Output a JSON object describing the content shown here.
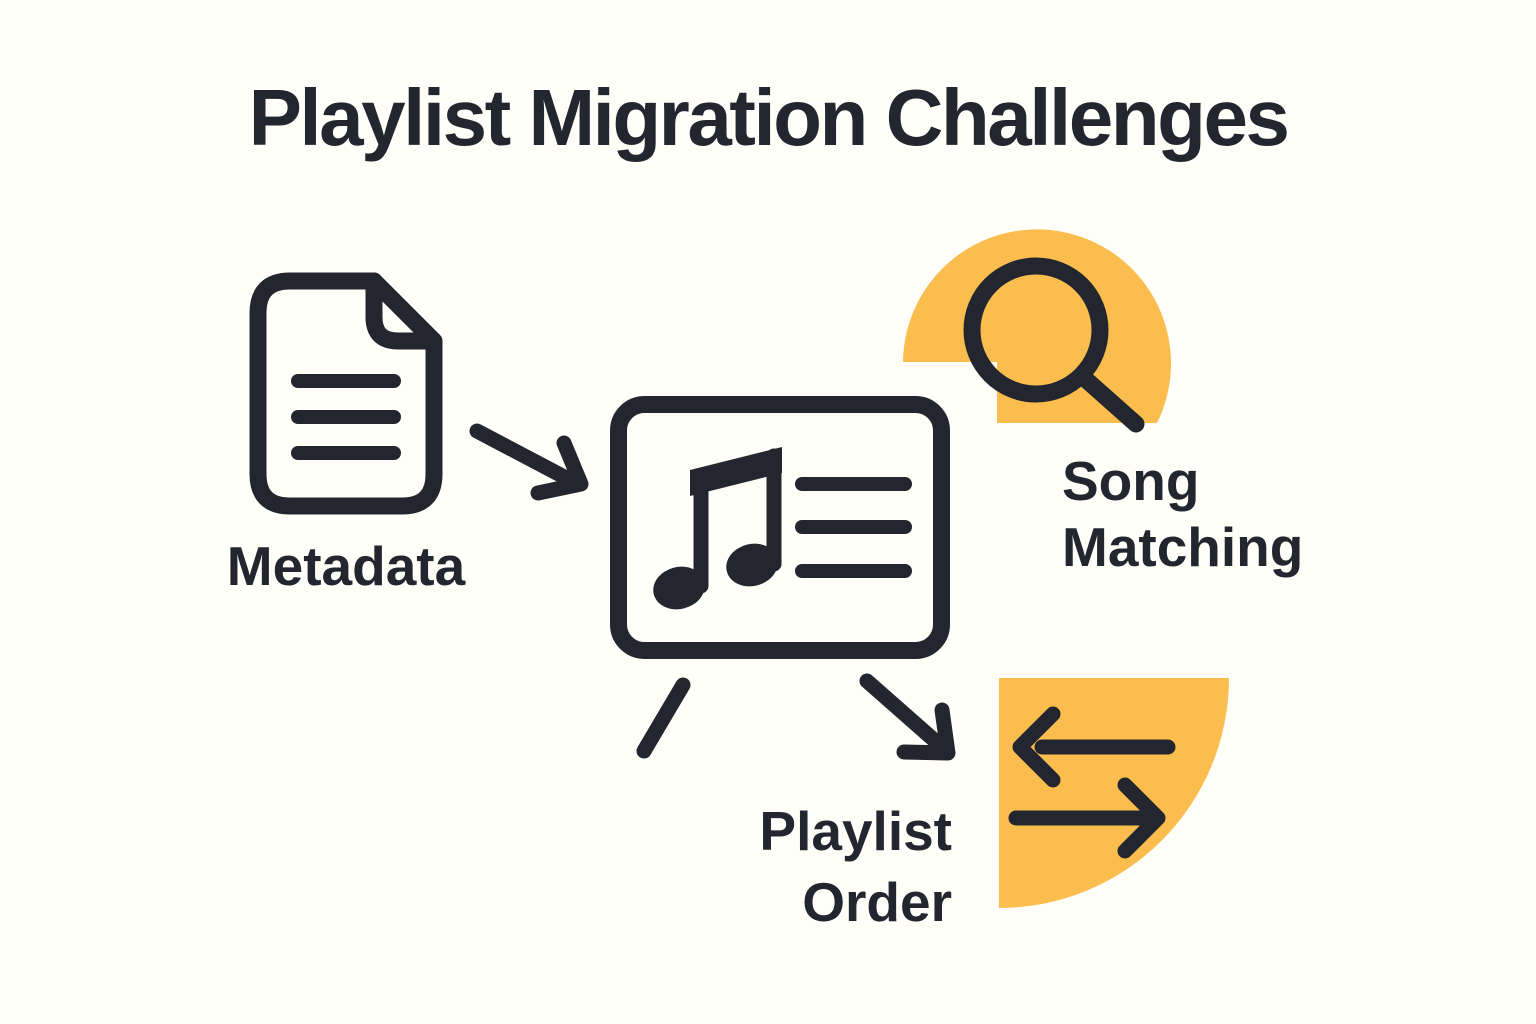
{
  "title": "Playlist Migration Challenges",
  "colors": {
    "bg": "#FFFEF8",
    "ink": "#23262E",
    "accent": "#FBBE4E"
  },
  "nodes": {
    "metadata": {
      "label": "Metadata",
      "icon": "document-icon"
    },
    "playlist_card": {
      "icon": "music-card-icon"
    },
    "song_matching": {
      "label_line1": "Song",
      "label_line2": "Matching",
      "icon": "search-icon",
      "decoration": "accent-blob"
    },
    "playlist_order": {
      "label_line1": "Playlist",
      "label_line2": "Order",
      "icon": "swap-arrows-icon",
      "decoration": "accent-quarter-disc"
    }
  },
  "connectors": [
    {
      "name": "doc-to-card-arrow",
      "type": "arrow"
    },
    {
      "name": "card-to-order-arrow",
      "type": "arrow"
    },
    {
      "name": "card-connector-line",
      "type": "line"
    }
  ]
}
